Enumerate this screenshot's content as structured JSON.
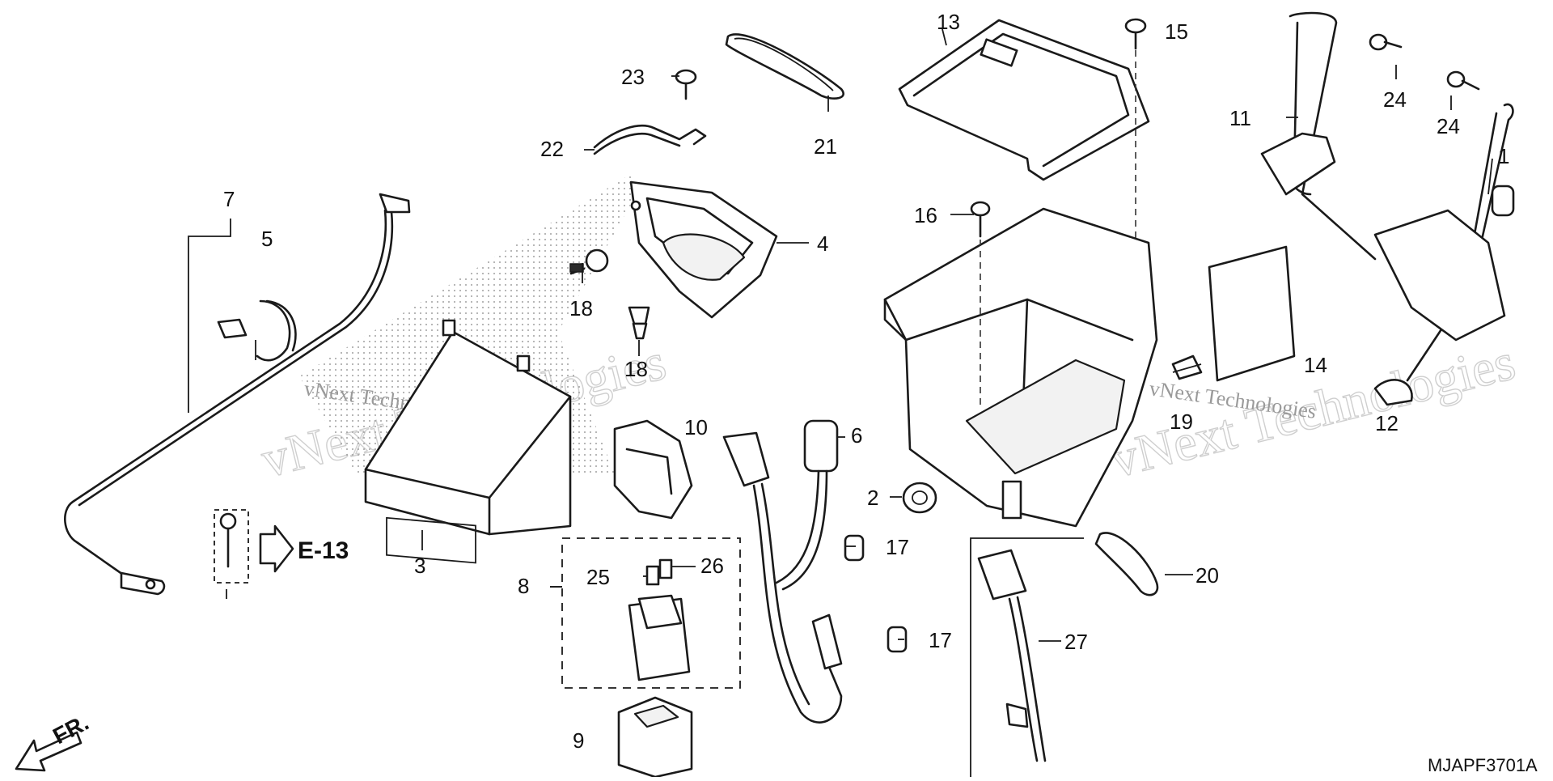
{
  "diagram": {
    "code": "MJAPF3701A",
    "front_label": "FR.",
    "reference_label": "E-13",
    "watermark": "vNext Technologies",
    "callouts": {
      "p1": "1",
      "p2": "2",
      "p3": "3",
      "p4": "4",
      "p5": "5",
      "p6": "6",
      "p7": "7",
      "p8": "8",
      "p9": "9",
      "p10": "10",
      "p11": "11",
      "p12": "12",
      "p13": "13",
      "p14": "14",
      "p15": "15",
      "p16": "16",
      "p17a": "17",
      "p17b": "17",
      "p18a": "18",
      "p18b": "18",
      "p19": "19",
      "p20": "20",
      "p21": "21",
      "p22": "22",
      "p23": "23",
      "p24a": "24",
      "p24b": "24",
      "p25": "25",
      "p26": "26",
      "p27": "27"
    }
  }
}
